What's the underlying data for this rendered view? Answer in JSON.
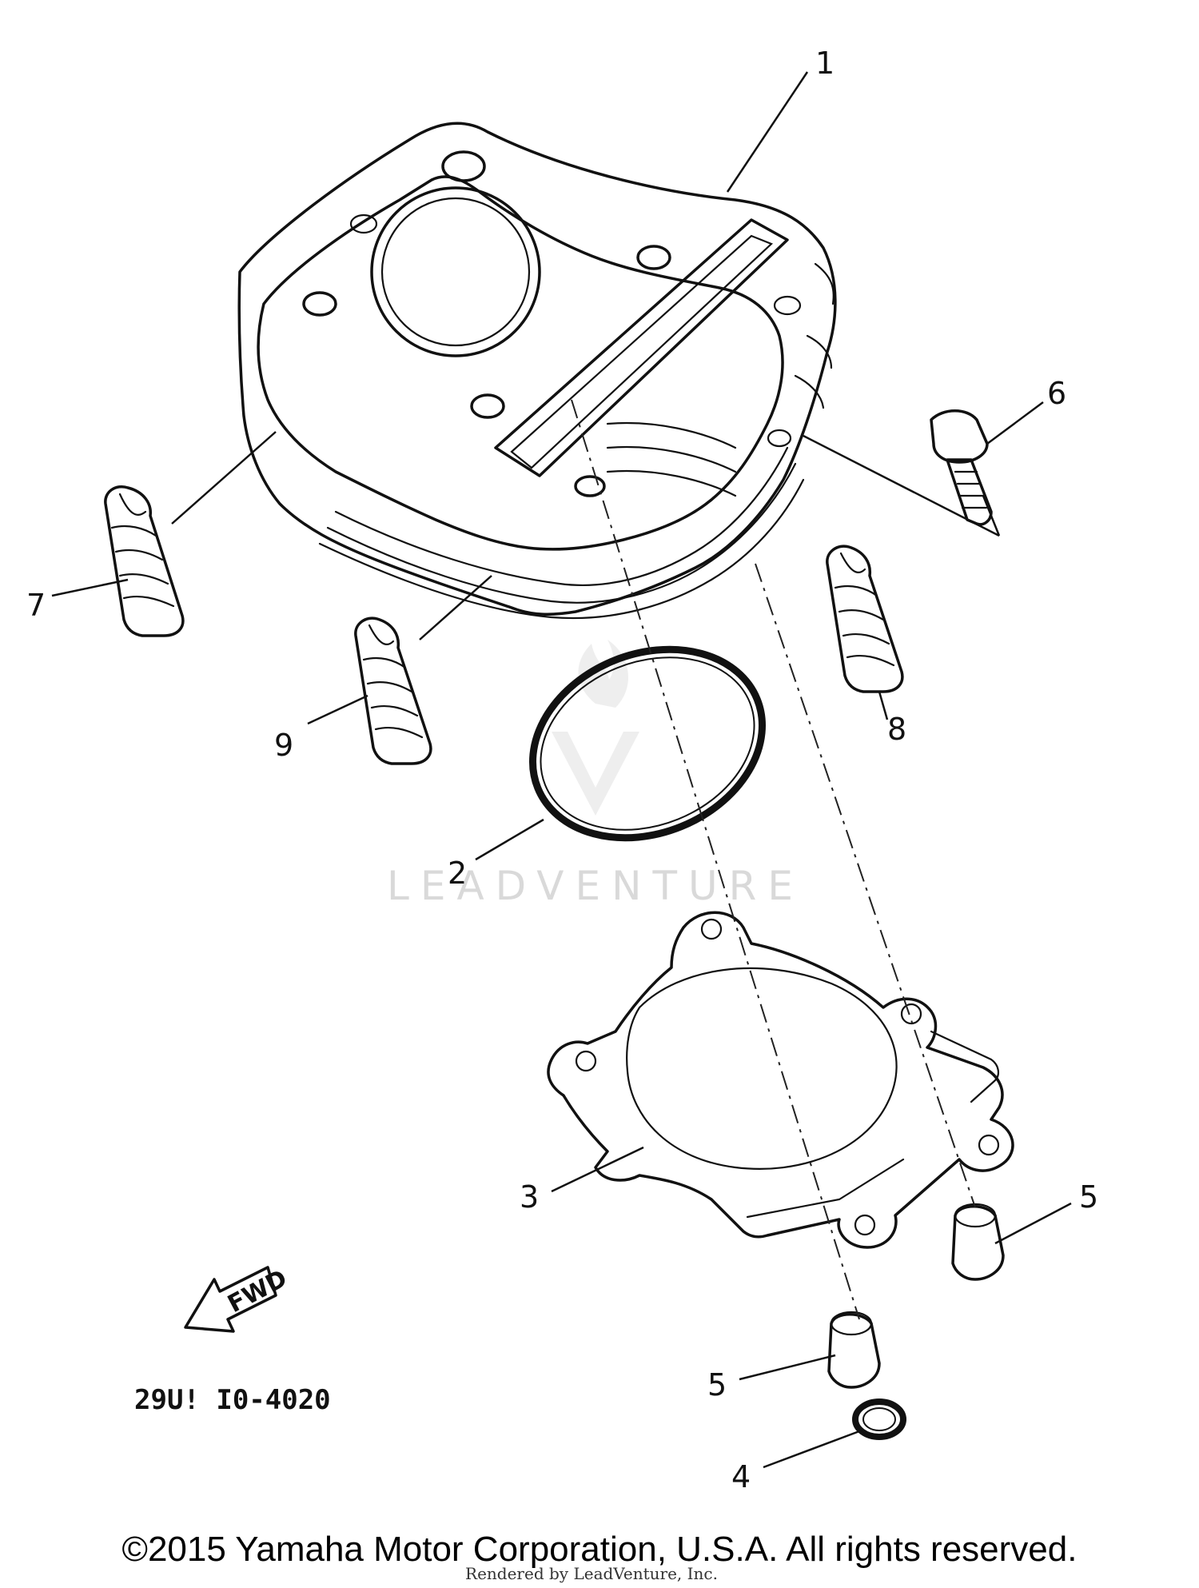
{
  "callouts": {
    "c1": "1",
    "c2": "2",
    "c3": "3",
    "c4": "4",
    "c5a": "5",
    "c5b": "5",
    "c6": "6",
    "c7": "7",
    "c8": "8",
    "c9": "9"
  },
  "part_code": "29U! I0-4020",
  "fwd_label": "FWD",
  "watermark": "LEADVENTURE",
  "copyright": "©2015 Yamaha Motor Corporation, U.S.A. All rights reserved.",
  "rendered_by": "Rendered by LeadVenture, Inc.",
  "colors": {
    "ink": "#111111",
    "watermark": "#d9d9d9",
    "background": "#ffffff"
  }
}
